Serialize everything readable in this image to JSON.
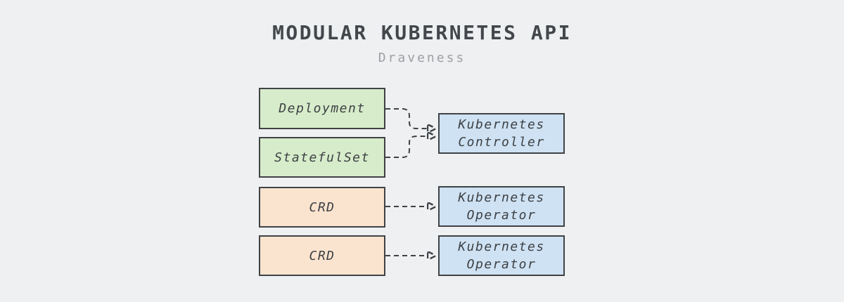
{
  "header": {
    "title": "MODULAR KUBERNETES API",
    "subtitle": "Draveness"
  },
  "diagram": {
    "sources": [
      {
        "id": "deployment",
        "label": "Deployment",
        "kind": "builtin-resource"
      },
      {
        "id": "statefulset",
        "label": "StatefulSet",
        "kind": "builtin-resource"
      },
      {
        "id": "crd-1",
        "label": "CRD",
        "kind": "custom-resource"
      },
      {
        "id": "crd-2",
        "label": "CRD",
        "kind": "custom-resource"
      }
    ],
    "targets": [
      {
        "id": "controller",
        "label_line1": "Kubernetes",
        "label_line2": "Controller"
      },
      {
        "id": "operator-1",
        "label_line1": "Kubernetes",
        "label_line2": "Operator"
      },
      {
        "id": "operator-2",
        "label_line1": "Kubernetes",
        "label_line2": "Operator"
      }
    ],
    "edges": [
      {
        "from": "deployment",
        "to": "controller",
        "style": "dashed-arrow"
      },
      {
        "from": "statefulset",
        "to": "controller",
        "style": "dashed-arrow"
      },
      {
        "from": "crd-1",
        "to": "operator-1",
        "style": "dashed-arrow"
      },
      {
        "from": "crd-2",
        "to": "operator-2",
        "style": "dashed-arrow"
      }
    ],
    "colors": {
      "background": "#eef0f2",
      "builtin_fill": "#d7ecca",
      "crd_fill": "#fbe4cf",
      "target_fill": "#cfe2f3",
      "border": "#3f4245",
      "edge": "#3f4245",
      "title_text": "#43474b",
      "subtitle_text": "#9da0a3",
      "node_text": "#3d4145"
    }
  }
}
